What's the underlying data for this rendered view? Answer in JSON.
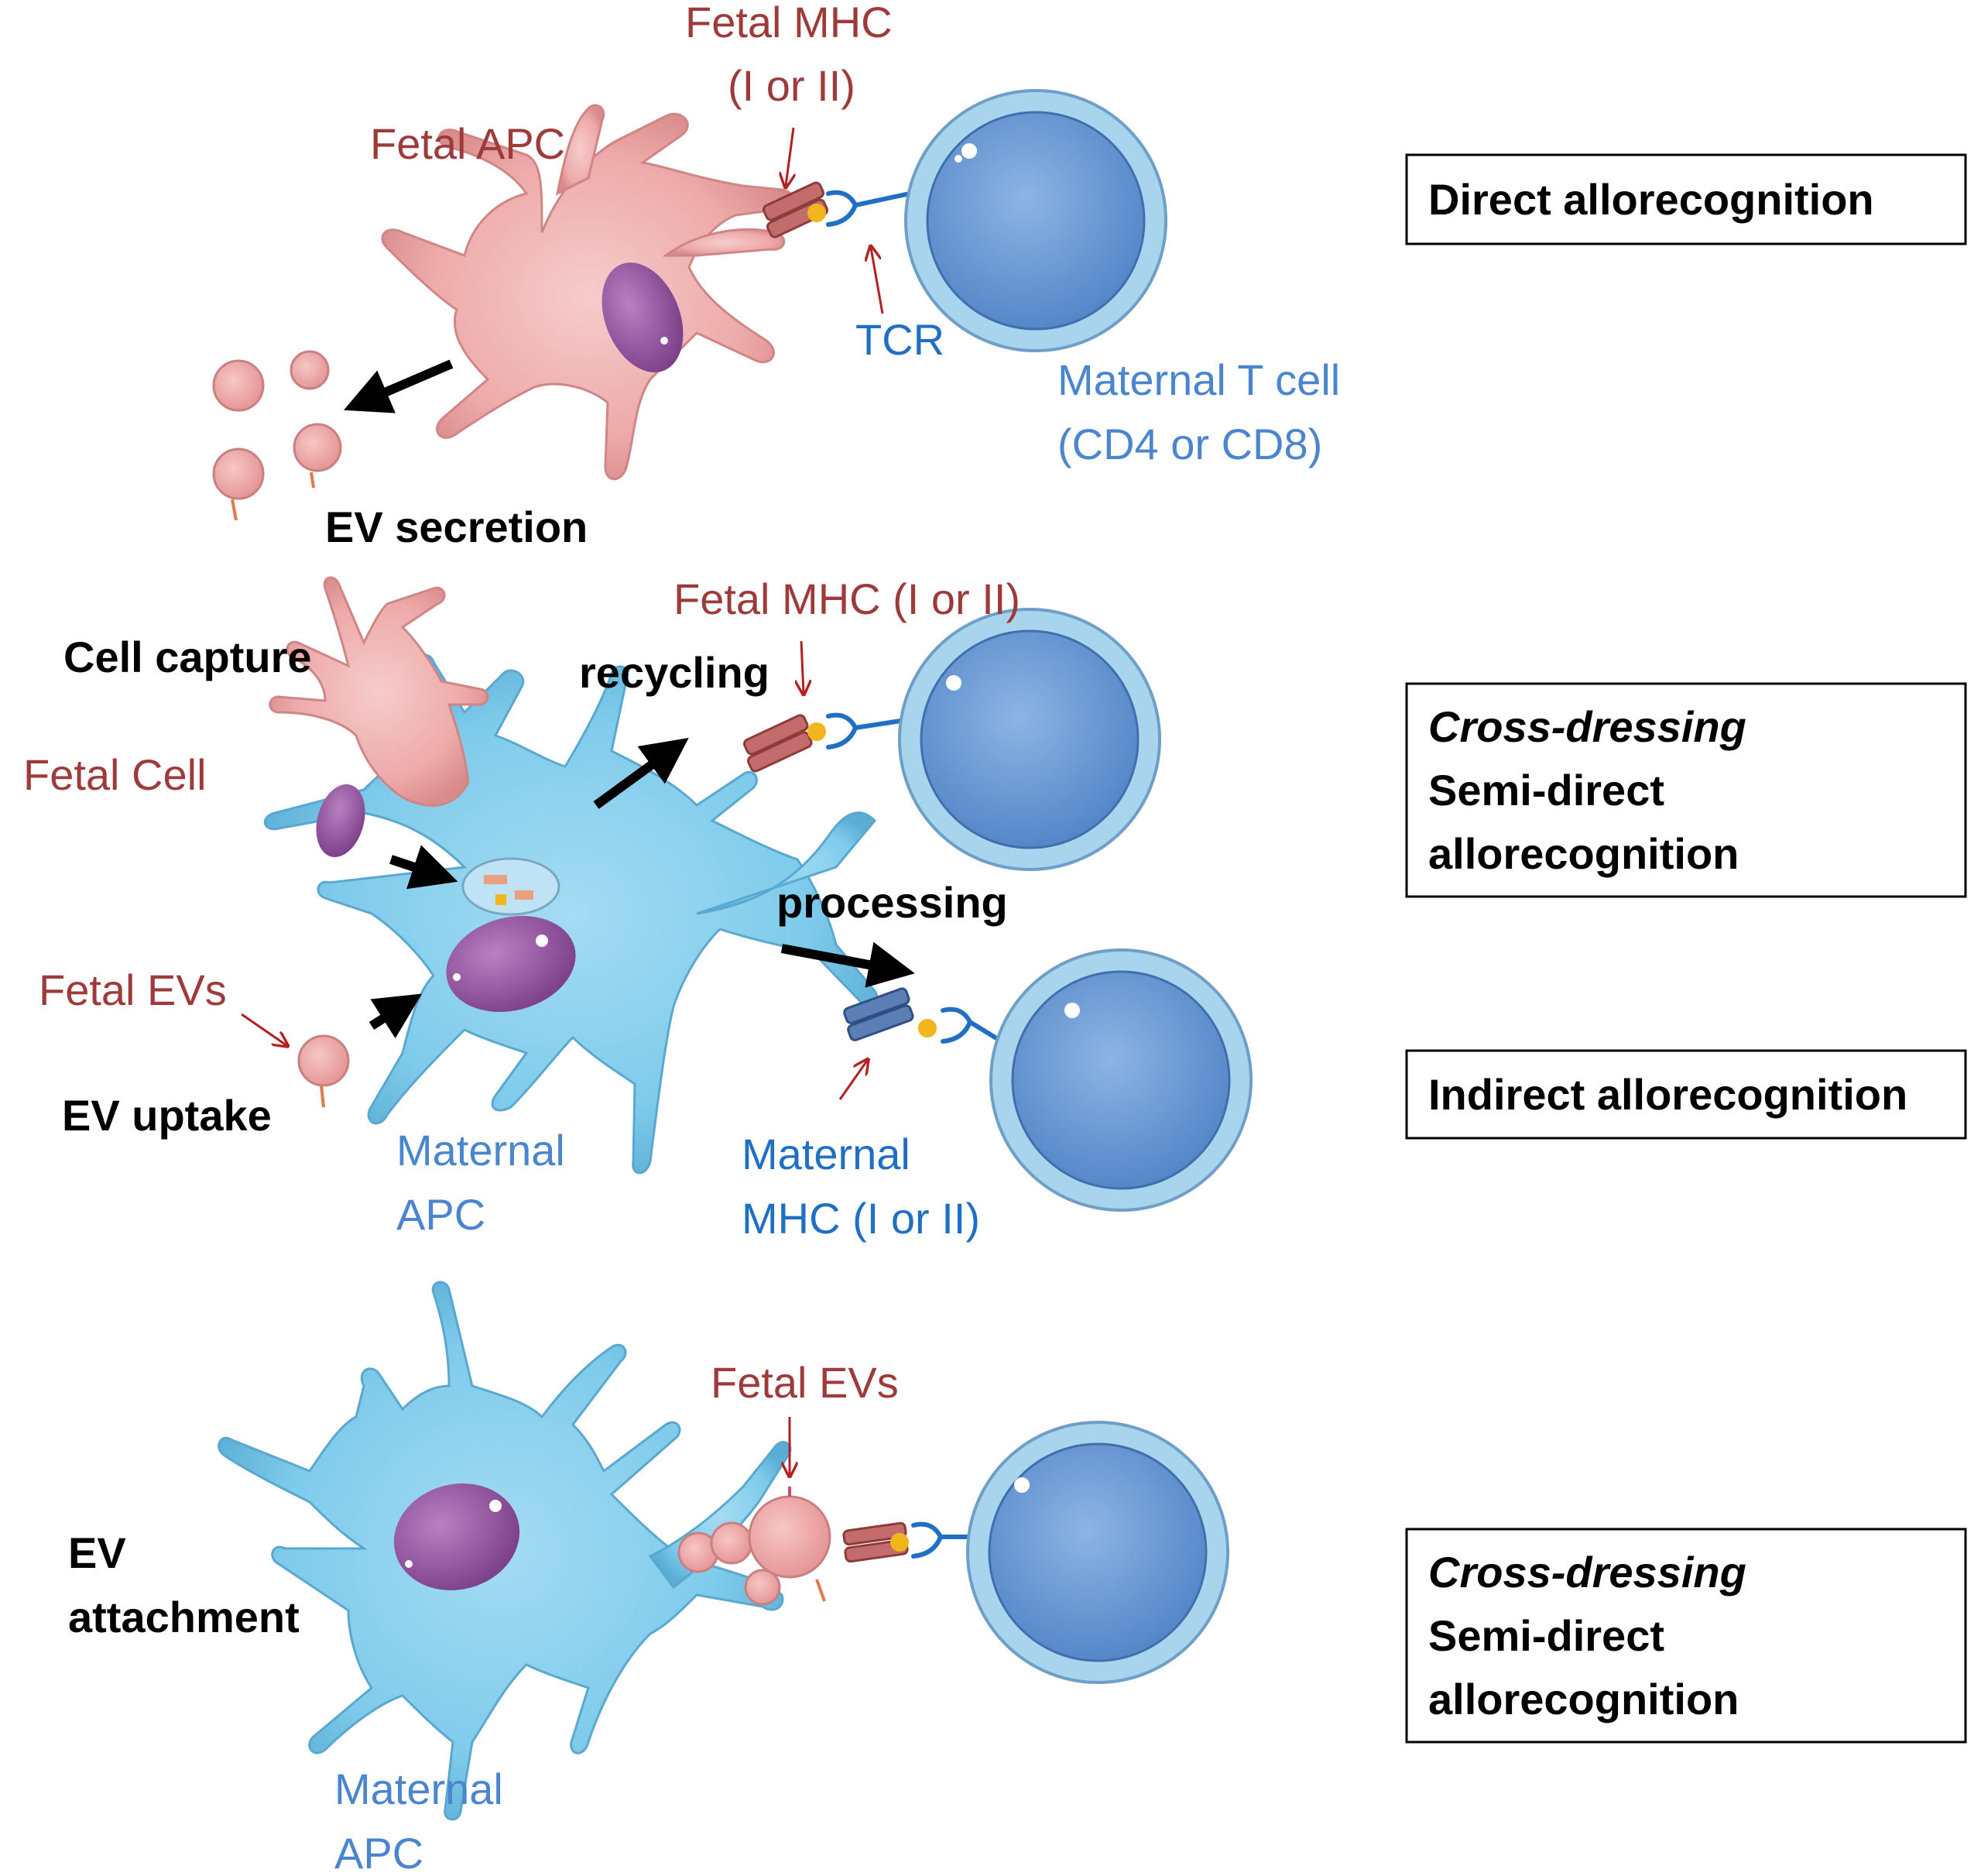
{
  "colors": {
    "fetal": "#9e3a3a",
    "maternal": "#4a86cf",
    "maternal_dark": "#1f6fc4",
    "fetal_cell_fill": "#f0b4b4",
    "maternal_cell_fill": "#7fcbeb",
    "tcell_fill": "#a9d4ee",
    "nucleus": "#8e4c9a"
  },
  "labels": {
    "fetal_mhc_top": [
      "Fetal MHC",
      "(I or II)"
    ],
    "fetal_apc": "Fetal APC",
    "tcr": "TCR",
    "maternal_tcell": [
      "Maternal T cell",
      "(CD4 or CD8)"
    ],
    "ev_secretion": "EV secretion",
    "fetal_mhc_mid": "Fetal MHC (I or II)",
    "cell_capture": "Cell capture",
    "recycling": "recycling",
    "fetal_cell": "Fetal Cell",
    "processing": "processing",
    "fetal_evs_mid": "Fetal EVs",
    "ev_uptake": "EV uptake",
    "maternal_apc_mid": [
      "Maternal",
      "APC"
    ],
    "maternal_mhc": [
      "Maternal",
      "MHC (I or II)"
    ],
    "fetal_evs_bottom": "Fetal EVs",
    "ev_attachment": [
      "EV",
      "attachment"
    ],
    "maternal_apc_bottom": [
      "Maternal",
      "APC"
    ]
  },
  "boxes": {
    "direct": [
      "Direct allorecognition"
    ],
    "semi_direct_1": [
      "Cross-dressing",
      "Semi-direct",
      "allorecognition"
    ],
    "indirect": [
      "Indirect allorecognition"
    ],
    "semi_direct_2": [
      "Cross-dressing",
      "Semi-direct",
      "allorecognition"
    ]
  }
}
